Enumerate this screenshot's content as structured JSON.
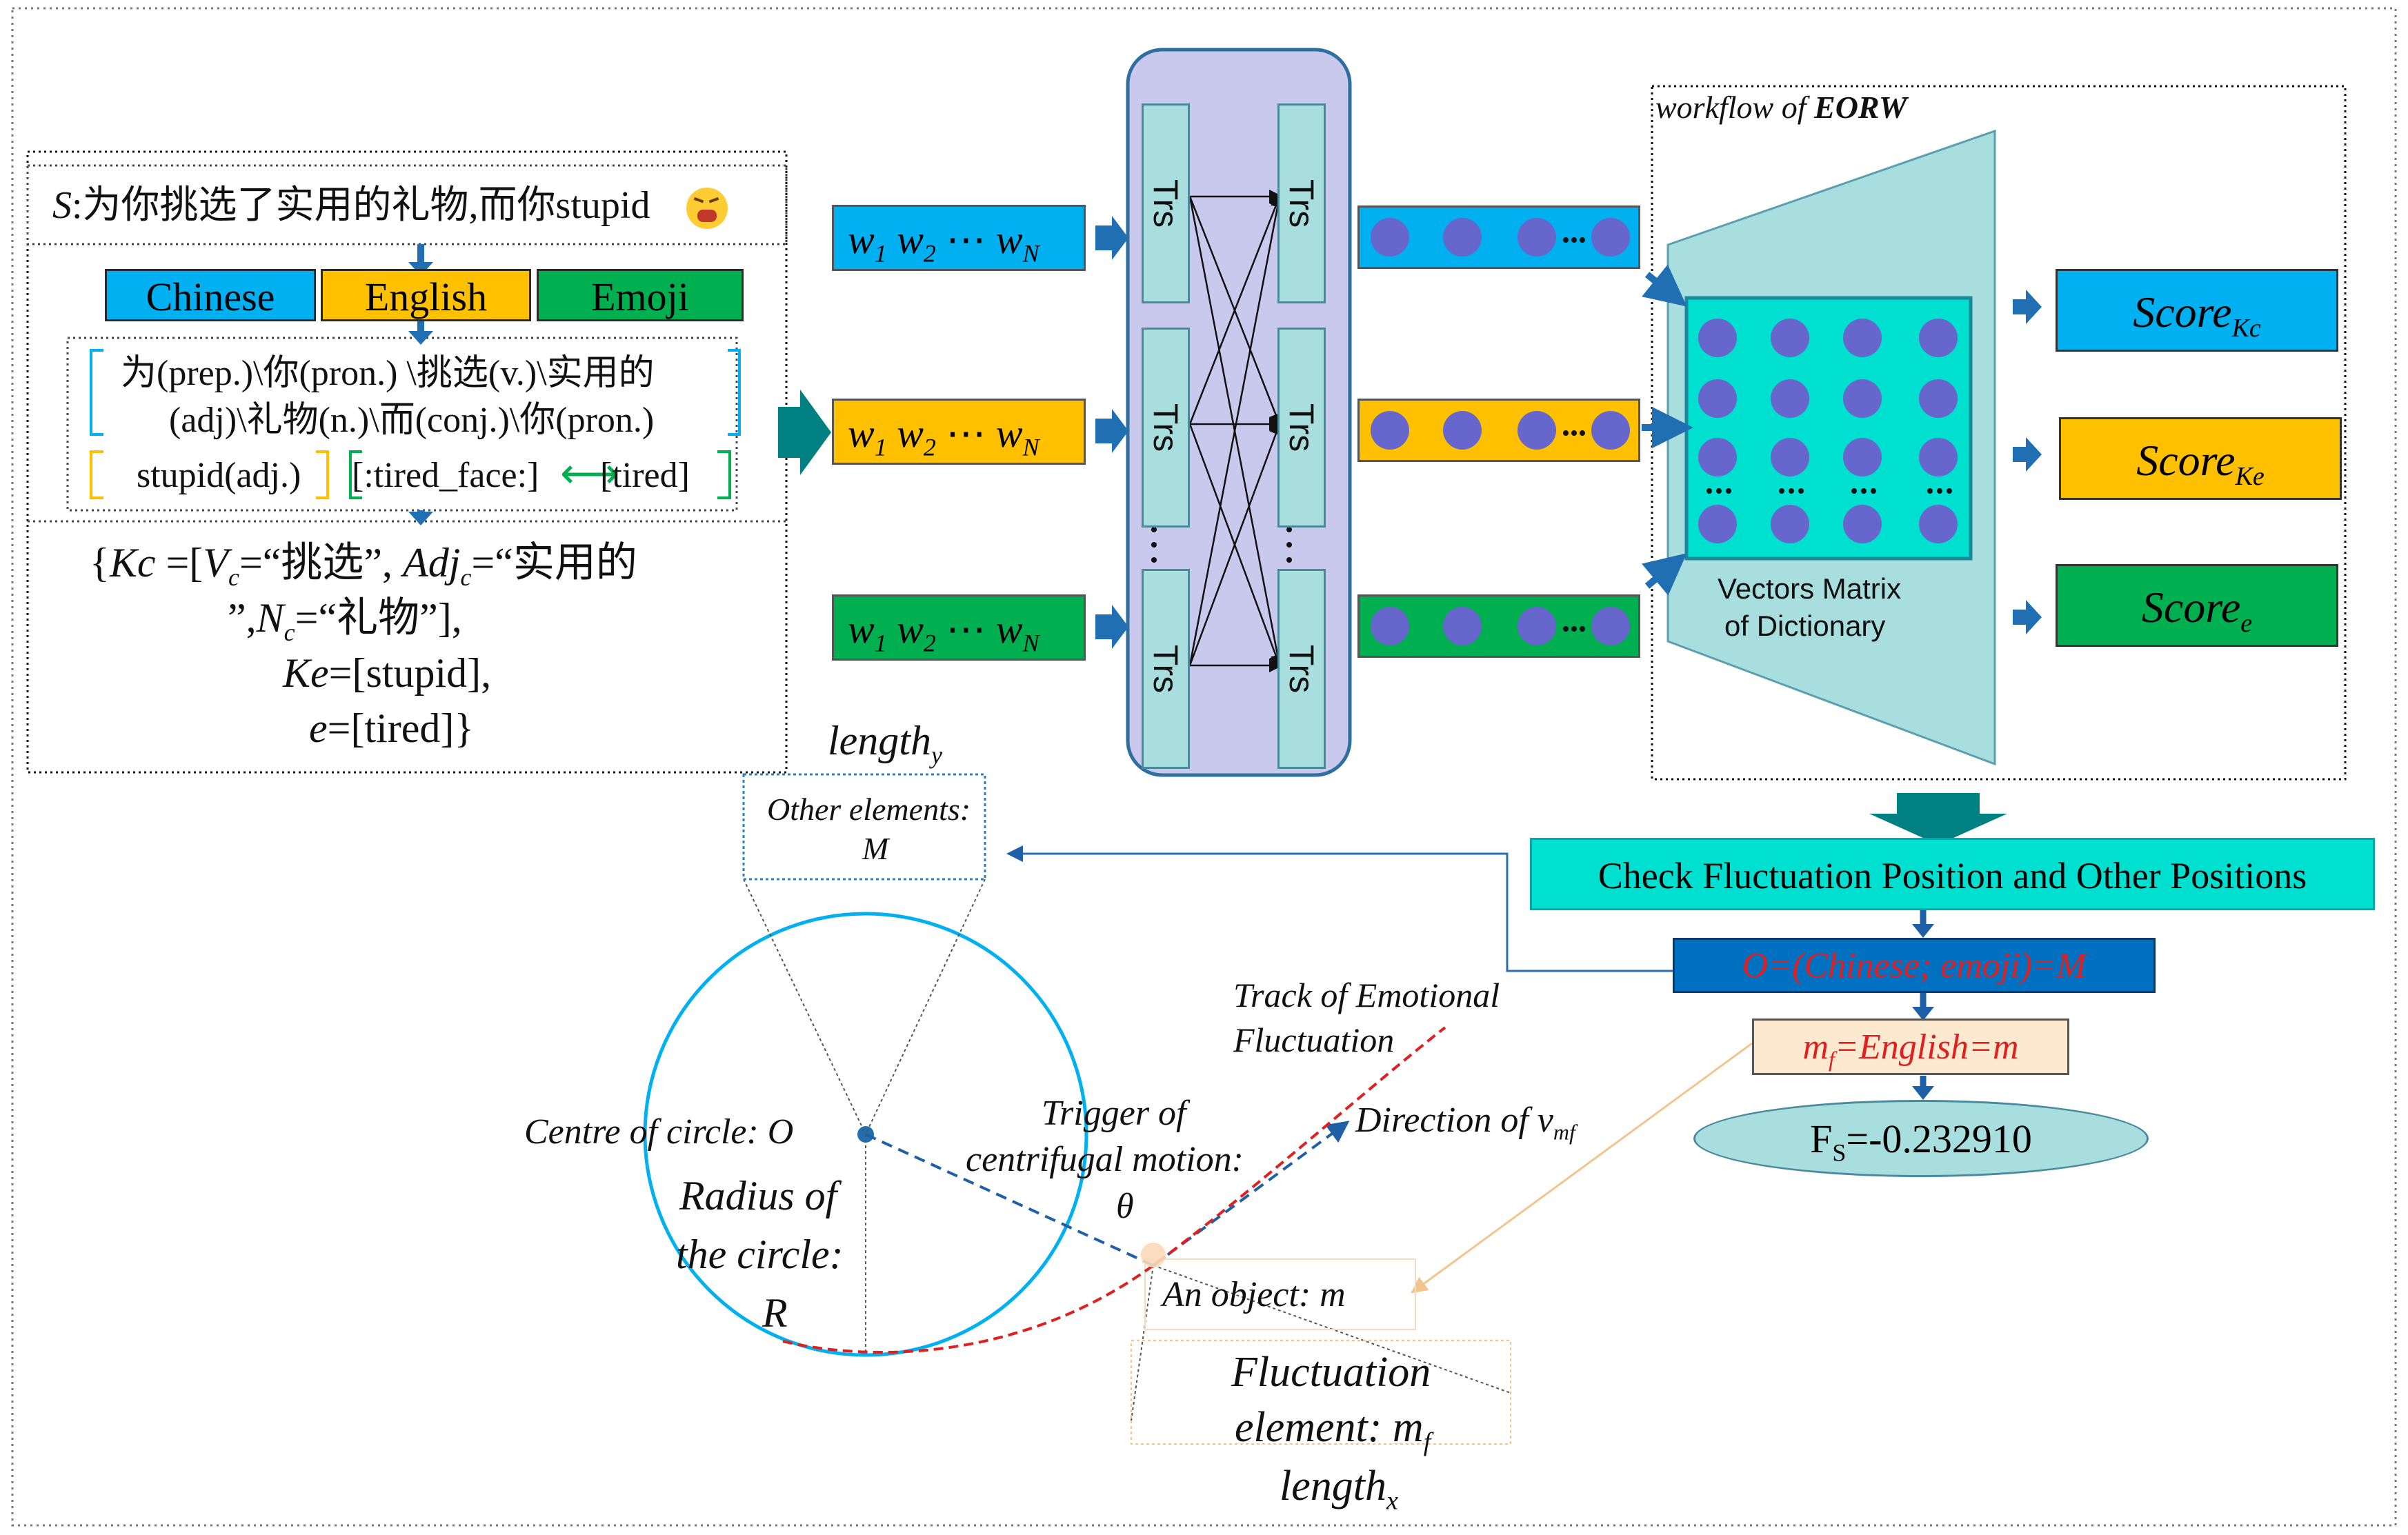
{
  "sentence": {
    "label": "S",
    "text": ":为你挑选了实用的礼物,而你stupid",
    "emoji": "tired-face-emoji"
  },
  "languages": {
    "chinese": "Chinese",
    "english": "English",
    "emoji": "Emoji"
  },
  "pos": {
    "line1": "为(prep.)\\你(pron.) \\挑选(v.)\\实用的",
    "line2": "(adj)\\礼物(n.)\\而(conj.)\\你(pron.)",
    "line3": "stupid(adj.)",
    "emoji_code": "[:tired_face:]",
    "emoji_word": "[tired]"
  },
  "keys": {
    "line1": "{Kc =[Vc=“挑选”, Adjc=“实用的",
    "line2": "”,Nc=“礼物”],",
    "line3": "Ke=[stupid],",
    "line4": "e=[tired]}"
  },
  "words": {
    "w1": "w",
    "sub1": "1",
    "w2": "w",
    "sub2": "2",
    "dots": "⋯",
    "wN": "w",
    "subN": "N"
  },
  "trs": "Trs",
  "workflow": {
    "prefix": "workflow of ",
    "name": "EORW"
  },
  "matrix": {
    "line1": "Vectors Matrix",
    "line2": "of Dictionary"
  },
  "scores": {
    "kc": {
      "main": "Score",
      "sub": "Kc"
    },
    "ke": {
      "main": "Score",
      "sub": "Ke"
    },
    "e": {
      "main": "Score",
      "sub": "e"
    }
  },
  "check": "Check Fluctuation Position and Other Positions",
  "o_eq": "O=(Chinese; emoji)=M",
  "mf_eq": {
    "m": "m",
    "sub": "f",
    "rest": "=English=m"
  },
  "fs": {
    "main": "F",
    "sub": "S",
    "rest": "=-0.232910"
  },
  "circle": {
    "length_y": "length",
    "length_y_sub": "y",
    "other_line1": "Other elements:",
    "other_line2": "M",
    "centre": "Centre of circle: O",
    "radius_1": "Radius of",
    "radius_2": "the circle:",
    "radius_3": "R",
    "trigger_1": "Trigger of",
    "trigger_2": "centrifugal motion:",
    "trigger_3": "θ",
    "track_1": "Track of Emotional",
    "track_2": "Fluctuation",
    "direction": "Direction of v",
    "direction_sub": "mf",
    "object": "An object: m",
    "fluct_1": "Fluctuation",
    "fluct_2": "element: m",
    "fluct_2_sub": "f",
    "length_x": "length",
    "length_x_sub": "x"
  },
  "colors": {
    "blue": "#00b0f0",
    "orange": "#ffc000",
    "green": "#00b050",
    "teal": "#008080",
    "cyan": "#00e0d0",
    "navy": "#0070c0",
    "lavender": "#c9c9ee",
    "matrix_bg": "#a8dede",
    "dot": "#6666cc",
    "red": "#e02020",
    "peach": "#fde9d0"
  }
}
